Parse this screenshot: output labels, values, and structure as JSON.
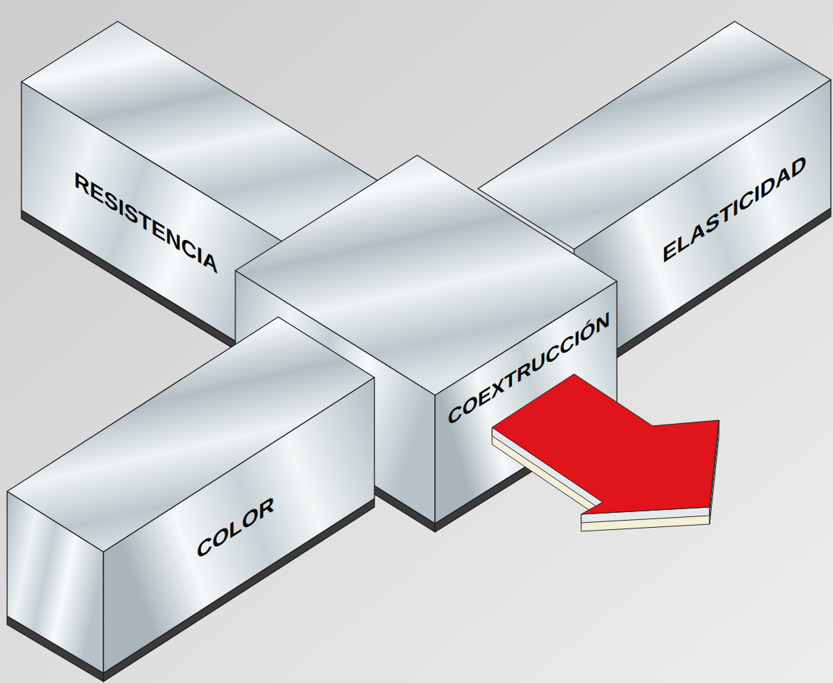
{
  "diagram": {
    "nodes": [
      {
        "text": [
          "RESISTENCIA"
        ]
      },
      {
        "text": [
          "ELASTICIDAD"
        ]
      },
      {
        "text": [
          "COEXTRUCCIÓN"
        ]
      },
      {
        "text": [
          "COLOR"
        ]
      }
    ]
  }
}
